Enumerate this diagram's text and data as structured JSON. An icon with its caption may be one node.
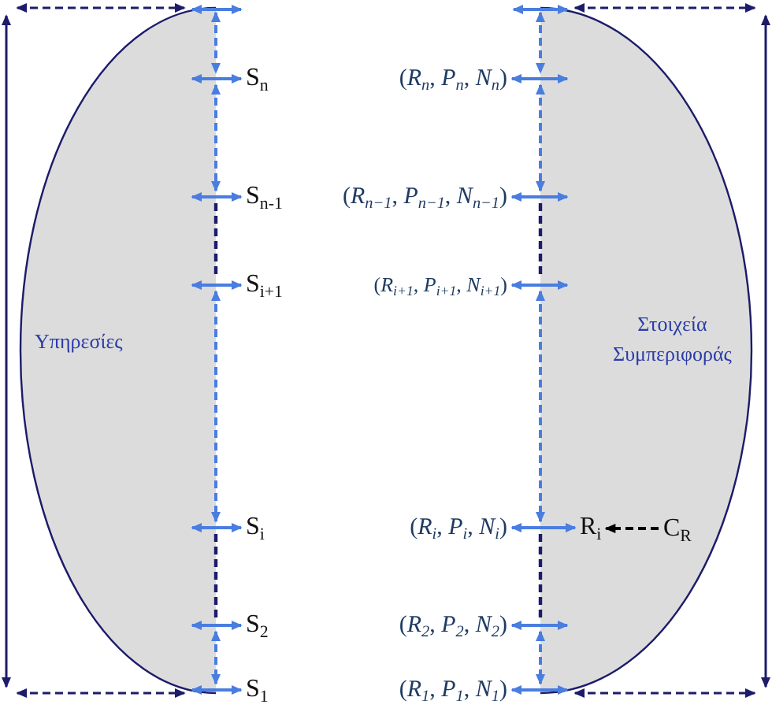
{
  "diagram": {
    "nodes": [
      {
        "text": [
          "Υπηρεσίες"
        ]
      },
      {
        "text": [
          "Στοιχεία Συμπεριφοράς"
        ]
      },
      {
        "text": [
          "S$_{n}$"
        ]
      },
      {
        "text": [
          "S$_{n-1}$"
        ]
      },
      {
        "text": [
          "S$_{i+1}$"
        ]
      },
      {
        "text": [
          "S$_{i}$"
        ]
      },
      {
        "text": [
          "S$_{2}$"
        ]
      },
      {
        "text": [
          "S$_{1}$"
        ]
      },
      {
        "text": [
          "(*R*$_{n}$, *P*$_{n}$, *N*$_{n}$)"
        ]
      },
      {
        "text": [
          "(*R*$_{n−1}$, *P*$_{n−1}$, *N*$_{n−1}$)"
        ]
      },
      {
        "text": [
          "(*R*$_{i+1}$, *P*$_{i+1}$, *N*$_{i+1}$)"
        ]
      },
      {
        "text": [
          "(*R*$_{i}$, *P*$_{i}$, *N*$_{i}$)"
        ]
      },
      {
        "text": [
          "(*R*$_{2}$, *P*$_{2}$, *N*$_{2}$)"
        ]
      },
      {
        "text": [
          "(*R*$_{1}$, *P*$_{1}$, *N*$_{1}$)"
        ]
      },
      {
        "text": [
          "R$_{i}$"
        ],
        "in": 1
      },
      {
        "text": [
          "C$_{R}$"
        ],
        "in": 1
      }
    ],
    "edges": [
      {
        "from": 0,
        "to": null,
        "arrow": "both"
      },
      {
        "from": 0,
        "to": 2,
        "arrow": "both"
      },
      {
        "from": 0,
        "to": 3,
        "arrow": "both"
      },
      {
        "from": 0,
        "to": 4,
        "arrow": "both"
      },
      {
        "from": 0,
        "to": 5,
        "arrow": "both"
      },
      {
        "from": 0,
        "to": 6,
        "arrow": "both"
      },
      {
        "from": 0,
        "to": 7,
        "arrow": "both"
      },
      {
        "from": null,
        "to": 1,
        "arrow": "both"
      },
      {
        "from": 8,
        "to": 1,
        "arrow": "both"
      },
      {
        "from": 9,
        "to": 1,
        "arrow": "both"
      },
      {
        "from": 10,
        "to": 1,
        "arrow": "both"
      },
      {
        "from": 11,
        "to": 14,
        "arrow": "both"
      },
      {
        "from": 12,
        "to": 1,
        "arrow": "both"
      },
      {
        "from": 13,
        "to": 1,
        "arrow": "both"
      },
      {
        "from": 15,
        "to": 14,
        "arrow": "to",
        "style": "dashed",
        "color": "#000000"
      },
      {
        "from": 0,
        "to": 2,
        "arrow": "both",
        "style": "dashed"
      },
      {
        "from": 2,
        "to": 3,
        "arrow": "both",
        "style": "dashed"
      },
      {
        "from": 4,
        "to": 5,
        "arrow": "both",
        "style": "dashed"
      },
      {
        "from": 6,
        "to": 7,
        "arrow": "both",
        "style": "dashed"
      },
      {
        "from": 1,
        "to": 8,
        "arrow": "both",
        "style": "dashed"
      },
      {
        "from": 8,
        "to": 9,
        "arrow": "both",
        "style": "dashed"
      },
      {
        "from": 10,
        "to": 11,
        "arrow": "both",
        "style": "dashed"
      },
      {
        "from": 12,
        "to": 13,
        "arrow": "both",
        "style": "dashed"
      }
    ]
  }
}
